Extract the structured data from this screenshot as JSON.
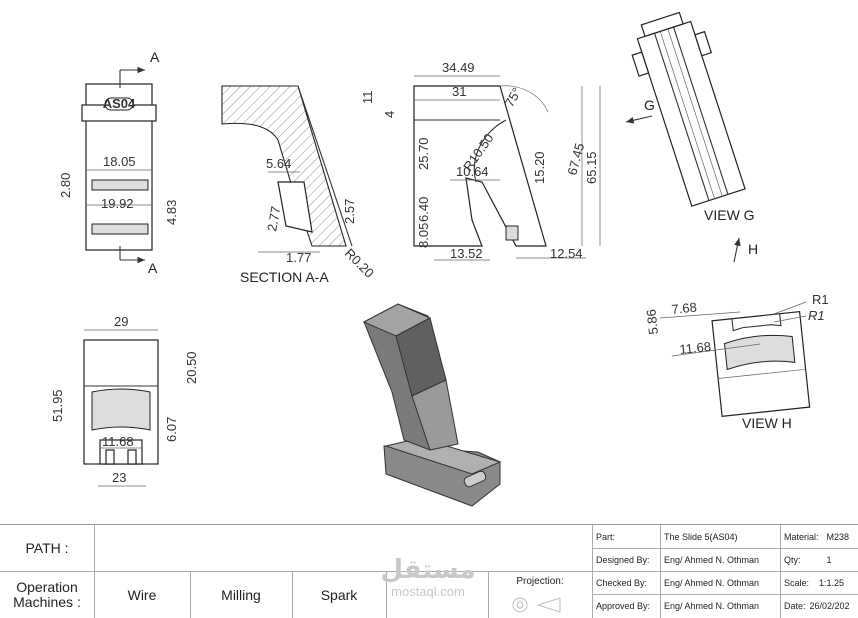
{
  "views": {
    "section_marker": "A",
    "part_tag": "AS04",
    "section_label": "SECTION A-A",
    "view_g_label": "VIEW G",
    "view_h_label": "VIEW H",
    "arrow_g": "G",
    "arrow_h": "H"
  },
  "dimensions": {
    "front": {
      "d1805": "18.05",
      "d280": "2.80",
      "d1992": "19.92",
      "d483": "4.83"
    },
    "section": {
      "d564": "5.64",
      "d277": "2.77",
      "d257": "2.57",
      "d177": "1.77",
      "r020": "R0.20"
    },
    "side": {
      "d3449": "34.49",
      "d31": "31",
      "d11": "11",
      "d4": "4",
      "a75": "75°",
      "r1050": "R10.50",
      "d2570": "25.70",
      "d1064": "10.64",
      "d1520": "15.20",
      "d6745": "67.45",
      "d6515": "65.15",
      "d640": "6.40",
      "d805": "8.05",
      "d1352": "13.52",
      "d1254": "12.54"
    },
    "bottom": {
      "d29": "29",
      "d2050": "20.50",
      "d5195": "51.95",
      "d607": "6.07",
      "d1168": "11.68",
      "d23": "23"
    },
    "view_h": {
      "d768": "7.68",
      "d586": "5.86",
      "r1a": "R1",
      "r1b": "R1",
      "d1168": "11.68"
    }
  },
  "title_block": {
    "path_label": "PATH :",
    "operation_label": "Operation\nMachines :",
    "machines": [
      "Wire",
      "Milling",
      "Spark"
    ],
    "projection_label": "Projection:",
    "part_label": "Part:",
    "part_value": "The Slide 5(AS04)",
    "material_label": "Material:",
    "material_value": "M238",
    "designed_label": "Designed By:",
    "designed_value": "Eng/ Ahmed N. Othman",
    "qty_label": "Qty:",
    "qty_value": "1",
    "checked_label": "Checked By:",
    "checked_value": "Eng/ Ahmed N. Othman",
    "scale_label": "Scale:",
    "scale_value": "1:1.25",
    "approved_label": "Approved By:",
    "approved_value": "Eng/ Ahmed N. Othman",
    "date_label": "Date:",
    "date_value": "26/02/202"
  },
  "watermark": {
    "arabic": "مستقل",
    "latin": "mostaql.com"
  }
}
